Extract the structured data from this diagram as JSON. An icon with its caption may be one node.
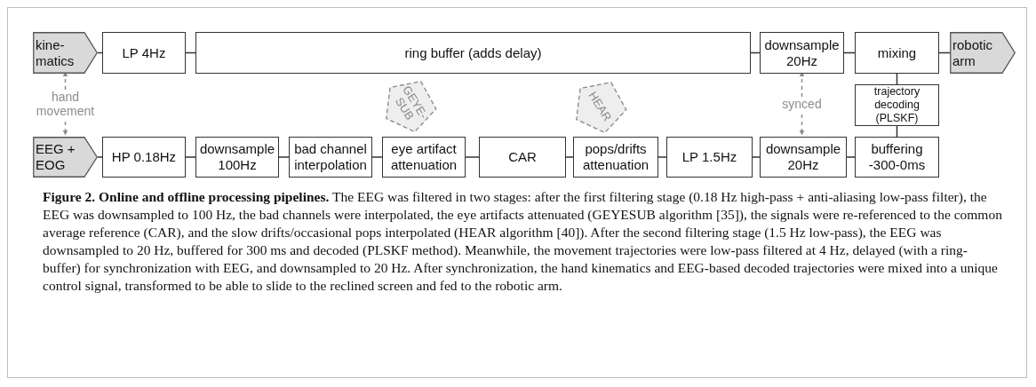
{
  "diagram": {
    "caption": "**Figure 2. Online and offline processing pipelines.** The EEG was filtered in two stages: after the first filtering stage (0.18 Hz high-pass + anti-aliasing low-pass filter), the EEG was downsampled to 100 Hz, the bad channels were interpolated, the eye artifacts attenuated (GEYESUB algorithm [35]), the signals were re-referenced to the common average reference (CAR), and the slow drifts/occasional pops interpolated (HEAR algorithm [40]). After the second filtering stage (1.5 Hz low-pass), the EEG was downsampled to 20 Hz, buffered for 300 ms and decoded (PLSKF method). Meanwhile, the movement trajectories were low-pass filtered at 4 Hz, delayed (with a ring-buffer) for synchronization with EEG, and downsampled to 20 Hz. After synchronization, the hand kinematics and EEG-based decoded trajectories were mixed into a unique control signal, transformed to be able to slide to the reclined screen and fed to the robotic arm.",
    "nodes": [
      {
        "text": [
          "kine- matics"
        ]
      },
      {
        "text": [
          "LP 4Hz"
        ]
      },
      {
        "text": [
          "ring buffer (adds delay)"
        ]
      },
      {
        "text": [
          "downsample 20Hz"
        ]
      },
      {
        "text": [
          "mixing"
        ]
      },
      {
        "text": [
          "robotic arm"
        ]
      },
      {
        "text": [
          "trajectory decoding (PLSKF)"
        ]
      },
      {
        "text": [
          "GEYE- SUB"
        ]
      },
      {
        "text": [
          "HEAR"
        ]
      },
      {
        "text": [
          "EEG + EOG"
        ]
      },
      {
        "text": [
          "HP 0.18Hz"
        ]
      },
      {
        "text": [
          "downsample 100Hz"
        ]
      },
      {
        "text": [
          "bad channel interpolation"
        ]
      },
      {
        "text": [
          "eye artifact attenuation"
        ]
      },
      {
        "text": [
          "CAR"
        ]
      },
      {
        "text": [
          "pops/drifts attenuation"
        ]
      },
      {
        "text": [
          "LP 1.5Hz"
        ]
      },
      {
        "text": [
          "downsample 20Hz"
        ]
      },
      {
        "text": [
          "buffering -300-0ms"
        ]
      }
    ],
    "edges": [
      {
        "from": 0,
        "to": 1,
        "arrow": "none"
      },
      {
        "from": 1,
        "to": 2,
        "arrow": "none"
      },
      {
        "from": 2,
        "to": 3,
        "arrow": "none"
      },
      {
        "from": 3,
        "to": 4,
        "arrow": "none"
      },
      {
        "from": 4,
        "to": 5,
        "arrow": "none"
      },
      {
        "from": 9,
        "to": 10,
        "arrow": "none"
      },
      {
        "from": 10,
        "to": 11,
        "arrow": "none"
      },
      {
        "from": 11,
        "to": 12,
        "arrow": "none"
      },
      {
        "from": 12,
        "to": 13,
        "arrow": "none"
      },
      {
        "from": 13,
        "to": 14,
        "arrow": "none"
      },
      {
        "from": 14,
        "to": 15,
        "arrow": "none"
      },
      {
        "from": 15,
        "to": 16,
        "arrow": "none"
      },
      {
        "from": 16,
        "to": 17,
        "arrow": "none"
      },
      {
        "from": 17,
        "to": 18,
        "arrow": "none"
      },
      {
        "from": 18,
        "to": 6,
        "arrow": "none"
      },
      {
        "from": 6,
        "to": 4,
        "arrow": "none"
      },
      {
        "from": 0,
        "to": 9,
        "arrow": "both",
        "label": "hand movement",
        "style": "dashed",
        "color": "#8c8c8c"
      },
      {
        "from": 3,
        "to": 17,
        "arrow": "both",
        "label": "synced",
        "style": "dashed",
        "color": "#8c8c8c"
      }
    ]
  }
}
